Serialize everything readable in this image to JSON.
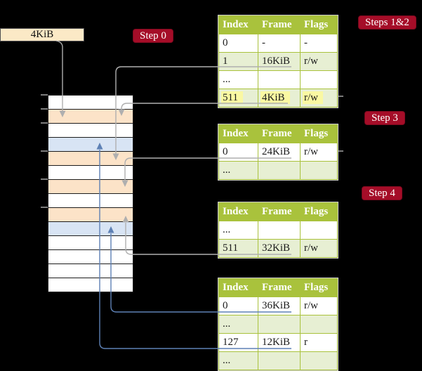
{
  "colors": {
    "olive": "#A9C23C",
    "row_green": "#E7EFD3",
    "hl_yellow": "#FAF8A2",
    "badge_red": "#A50D28",
    "badge_border": "#7E0A1F",
    "cream": "#FBE9C6",
    "cream_border": "#4F4F52",
    "peach": "#FCE3C8",
    "blue_cell": "#D8E4F4",
    "arrow_gray": "#AFAFAF",
    "arrow_blue": "#5E81B5",
    "table_outline": "#CCCCCC",
    "mem_border": "#1C1C1C",
    "text_dark": "#1A1A1A"
  },
  "frame_box": {
    "label": "4KiB"
  },
  "badges": {
    "step0": "Step 0",
    "steps12": "Steps 1&2",
    "step3": "Step 3",
    "step4": "Step 4"
  },
  "memory": {
    "cells": [
      "white",
      "peach",
      "white",
      "blue",
      "peach",
      "white",
      "peach",
      "white",
      "peach",
      "blue",
      "white",
      "white",
      "white",
      "white"
    ],
    "tick_boundaries": [
      0,
      1,
      2,
      4,
      6,
      8
    ]
  },
  "tables": [
    {
      "name": "page-table-1",
      "headers": [
        "Index",
        "Frame",
        "Flags"
      ],
      "rows": [
        {
          "cells": [
            "0",
            "-",
            "-"
          ],
          "shade": false,
          "highlight": false
        },
        {
          "cells": [
            "1",
            "16KiB",
            "r/w"
          ],
          "shade": true,
          "highlight": false
        },
        {
          "cells": [
            "...",
            "",
            ""
          ],
          "shade": false,
          "highlight": false
        },
        {
          "cells": [
            "511",
            "4KiB",
            "r/w"
          ],
          "shade": true,
          "highlight": true
        }
      ]
    },
    {
      "name": "page-table-2",
      "headers": [
        "Index",
        "Frame",
        "Flags"
      ],
      "rows": [
        {
          "cells": [
            "0",
            "24KiB",
            "r/w"
          ],
          "shade": false,
          "highlight": false
        },
        {
          "cells": [
            "...",
            "",
            ""
          ],
          "shade": true,
          "highlight": false
        }
      ]
    },
    {
      "name": "page-table-3",
      "headers": [
        "Index",
        "Frame",
        "Flags"
      ],
      "rows": [
        {
          "cells": [
            "...",
            "",
            ""
          ],
          "shade": false,
          "highlight": false
        },
        {
          "cells": [
            "511",
            "32KiB",
            "r/w"
          ],
          "shade": true,
          "highlight": false
        }
      ]
    },
    {
      "name": "page-table-4",
      "headers": [
        "Index",
        "Frame",
        "Flags"
      ],
      "rows": [
        {
          "cells": [
            "0",
            "36KiB",
            "r/w"
          ],
          "shade": false,
          "highlight": false
        },
        {
          "cells": [
            "...",
            "",
            ""
          ],
          "shade": true,
          "highlight": false
        },
        {
          "cells": [
            "127",
            "12KiB",
            "r"
          ],
          "shade": false,
          "highlight": false
        },
        {
          "cells": [
            "...",
            "",
            ""
          ],
          "shade": true,
          "highlight": false
        }
      ]
    }
  ]
}
